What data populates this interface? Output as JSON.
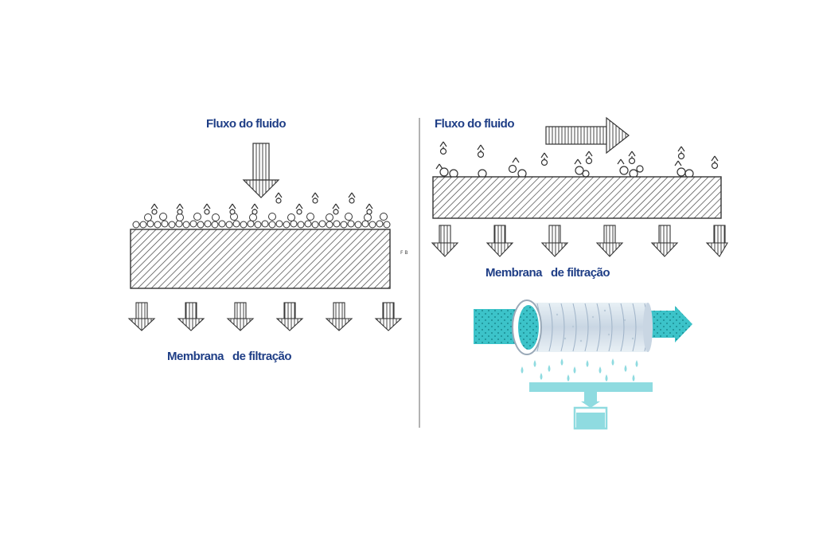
{
  "left_panel": {
    "flow_label": "Fluxo do fluido",
    "membrane_label": "Membrana   de filtração",
    "stray_mark": "F B"
  },
  "right_panel": {
    "flow_label": "Fluxo do fluido",
    "membrane_label": "Membrana   de filtração"
  },
  "colors": {
    "label_text": "#1f3e86",
    "teal": "#3cc3c9",
    "light_teal": "#8fdbe0",
    "line": "#333333"
  }
}
